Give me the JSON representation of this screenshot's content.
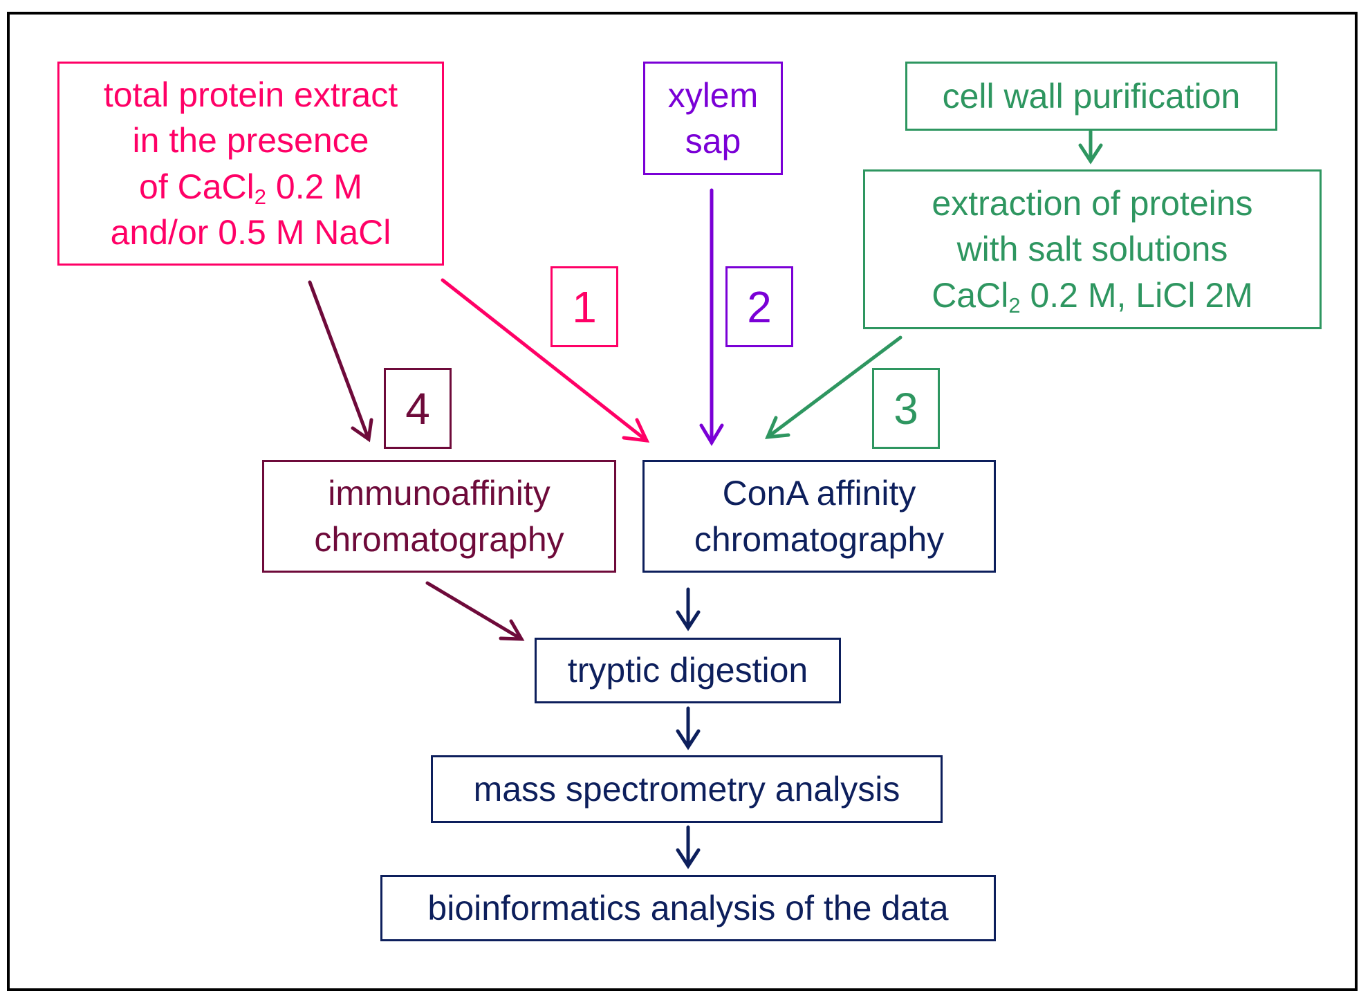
{
  "boxes": {
    "total_extract": {
      "line1": "total protein extract",
      "line2": "in the presence",
      "line3_pre": "of CaCl",
      "line3_sub": "2",
      "line3_post": " 0.2 M",
      "line4": "and/or 0.5 M NaCl"
    },
    "xylem_sap": {
      "line1": "xylem",
      "line2": "sap"
    },
    "cell_wall": {
      "label": "cell wall purification"
    },
    "extraction": {
      "line1": "extraction of proteins",
      "line2": "with salt solutions",
      "line3_pre": "CaCl",
      "line3_sub": "2",
      "line3_post": " 0.2 M, LiCl 2M"
    },
    "immunoaffinity": {
      "line1": "immunoaffinity",
      "line2": "chromatography"
    },
    "cona": {
      "line1": "ConA affinity",
      "line2": "chromatography"
    },
    "tryptic": {
      "label": "tryptic digestion"
    },
    "mass_spec": {
      "label": "mass spectrometry analysis"
    },
    "bioinformatics": {
      "label": "bioinformatics analysis of the data"
    }
  },
  "badges": {
    "one": "1",
    "two": "2",
    "three": "3",
    "four": "4"
  },
  "colors": {
    "pathway_1": "#ff0066",
    "pathway_2": "#7a00d6",
    "pathway_3": "#2e9660",
    "pathway_4": "#6e0a3a",
    "common": "#0d1f5c"
  }
}
